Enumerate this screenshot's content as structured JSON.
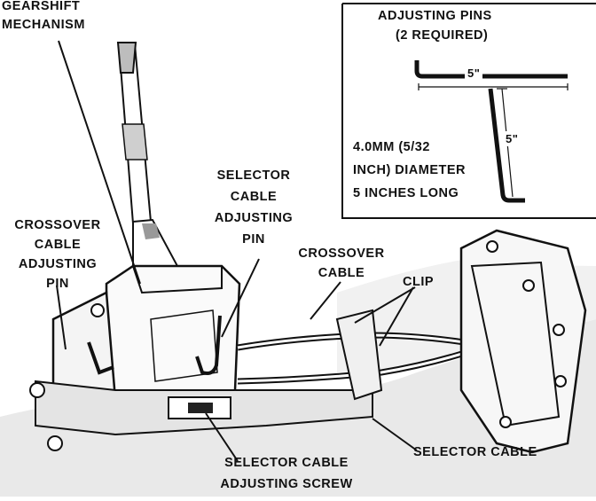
{
  "labels": {
    "gearshift_mechanism": [
      "GEARSHIFT",
      "MECHANISM"
    ],
    "adjusting_pins": [
      "ADJUSTING PINS",
      "(2 REQUIRED)"
    ],
    "pin_length_horizontal": "5\"",
    "pin_length_vertical": "5\"",
    "pin_spec": [
      "4.0MM  (5/32",
      "INCH) DIAMETER",
      "5 INCHES LONG"
    ],
    "selector_cable_adjusting_pin": [
      "SELECTOR",
      "CABLE",
      "ADJUSTING",
      "PIN"
    ],
    "crossover_cable_adjusting_pin": [
      "CROSSOVER",
      "CABLE",
      "ADJUSTING",
      "PIN"
    ],
    "crossover_cable": [
      "CROSSOVER",
      "CABLE"
    ],
    "clip": "CLIP",
    "selector_cable": "SELECTOR CABLE",
    "selector_cable_adjusting_screw": [
      "SELECTOR CABLE",
      "ADJUSTING SCREW"
    ]
  }
}
